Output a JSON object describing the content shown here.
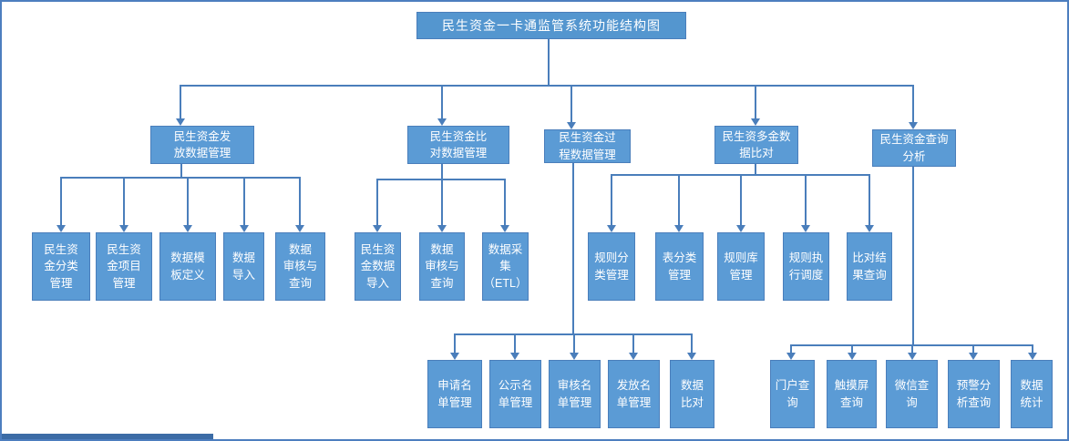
{
  "diagram": {
    "title": "民生资金一卡通监管系统功能结构图",
    "colors": {
      "node_fill": "#5b9bd5",
      "title_fill": "#5496cf",
      "node_border": "#4a7ebb",
      "connector_line": "#4a7ebb",
      "text": "#ffffff",
      "frame_border": "#4d7ebf",
      "bottom_bar": "#3c6ca6"
    },
    "nodes": {
      "title": "民生资金一卡通监管系统功能结构图",
      "b1": "民生资金发\n放数据管理",
      "b2": "民生资金比\n对数据管理",
      "b3": "民生资金过\n程数据管理",
      "b4": "民生资多金数\n据比对",
      "b5": "民生资金查询\n分析",
      "a1": "民生资\n金分类\n管理",
      "a2": "民生资\n金项目\n管理",
      "a3": "数据模\n板定义",
      "a4": "数据\n导入",
      "a5": "数据\n审核与\n查询",
      "c1": "民生资\n金数据\n导入",
      "c2": "数据\n审核与\n查询",
      "c3": "数据采\n集\n（ETL）",
      "d1": "规则分\n类管理",
      "d2": "表分类\n管理",
      "d3": "规则库\n管理",
      "d4": "规则执\n行调度",
      "d5": "比对结\n果查询",
      "e1": "申请名\n单管理",
      "e2": "公示名\n单管理",
      "e3": "审核名\n单管理",
      "e4": "发放名\n单管理",
      "e5": "数据\n比对",
      "f1": "门户查\n询",
      "f2": "触摸屏\n查询",
      "f3": "微信查\n询",
      "f4": "预警分\n析查询",
      "f5": "数据\n统计"
    }
  }
}
